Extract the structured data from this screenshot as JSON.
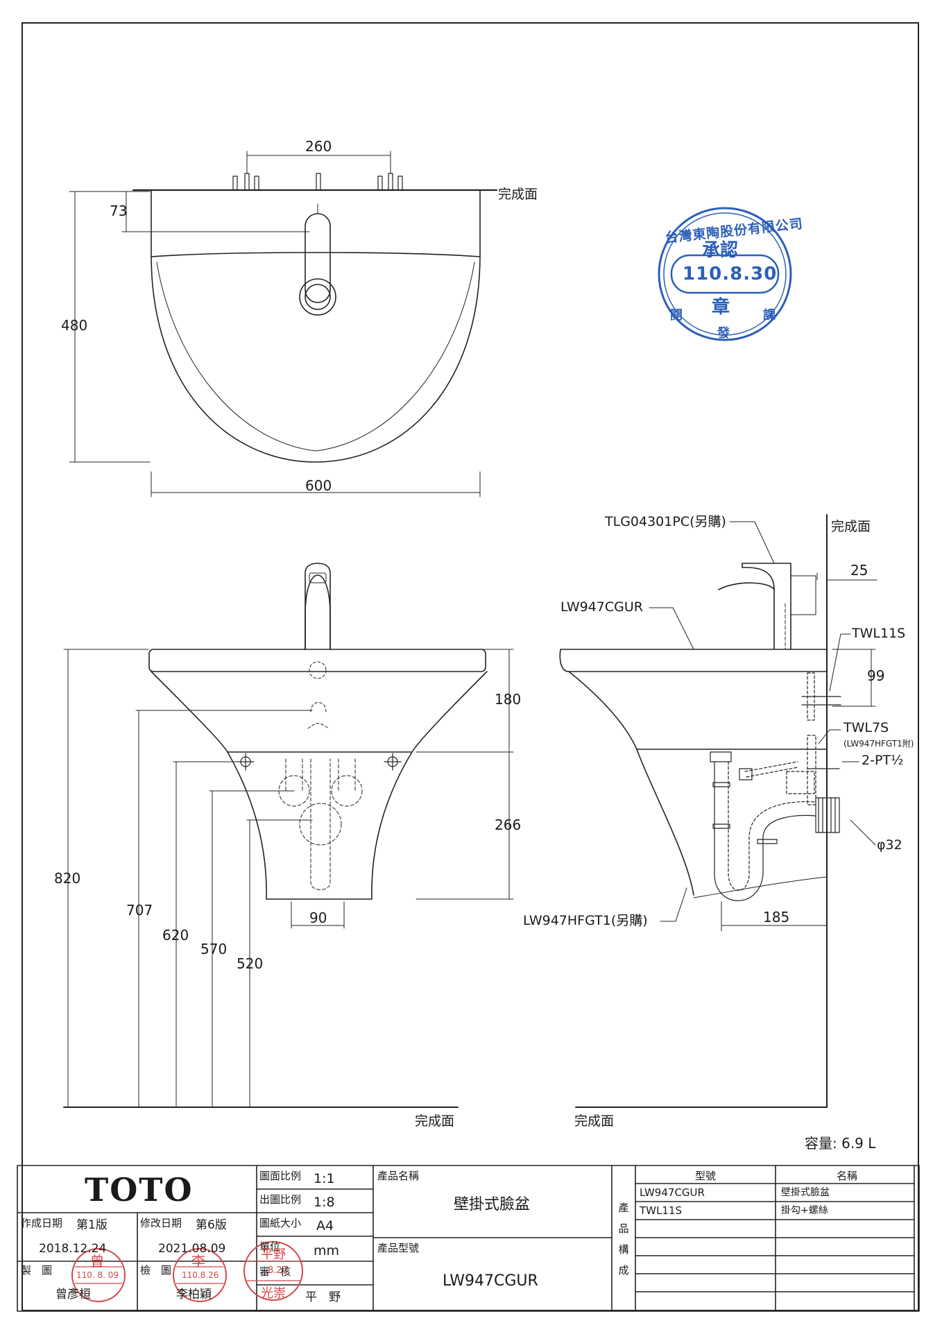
{
  "top_view": {
    "dim_faucet_holes": "260",
    "dim_front_to_faucet": "73",
    "dim_depth": "480",
    "dim_width": "600",
    "label_finish_surface": "完成面"
  },
  "front_view": {
    "dim_total_height": "820",
    "dim_707": "707",
    "dim_620": "620",
    "dim_570": "570",
    "dim_520": "520",
    "dim_180": "180",
    "dim_266": "266",
    "dim_90": "90",
    "label_finish_surface": "完成面"
  },
  "side_view": {
    "faucet_label": "TLG04301PC(另購)",
    "basin_label": "LW947CGUR",
    "hanger_label": "TWL11S",
    "bolt_label": "TWL7S",
    "bolt_note": "(LW947HFGT1附)",
    "pipe_label": "2-PT½",
    "trap_label": "LW947HFGT1(另購)",
    "dim_25": "25",
    "dim_99": "99",
    "dim_185": "185",
    "dia_label": "φ32",
    "label_finish_surface_wall": "完成面",
    "label_finish_surface_floor": "完成面"
  },
  "capacity": "容量: 6.9 L",
  "approval_stamp": {
    "company": "台灣東陶股份有限公司",
    "approval": "承認",
    "date": "110.8.30",
    "seal": "章",
    "dept_left": "開",
    "dept_mid": "發",
    "dept_right": "課"
  },
  "title_block": {
    "brand": "TOTO",
    "created_label": "作成日期",
    "created_version": "第1版",
    "created_date": "2018.12.24",
    "modified_label": "修改日期",
    "modified_version": "第6版",
    "modified_date": "2021.08.09",
    "drawn_label": "製　圖",
    "drawn_name": "曾彥桓",
    "drawn_stamp_date": "110. 8. 09",
    "drawn_stamp_char": "曾",
    "checked_label": "檢　圖",
    "checked_name": "李柏穎",
    "checked_stamp_date": "110.8.26",
    "checked_stamp_char": "李",
    "scale_label": "圖面比例",
    "scale_value": "1:1",
    "print_scale_label": "出圖比例",
    "print_scale_value": "1:8",
    "paper_label": "圖紙大小",
    "paper_value": "A4",
    "unit_label": "單位",
    "unit_value": "mm",
    "review_label": "審　核",
    "review_name": "平　野",
    "review_stamp_date": "8.27",
    "review_stamp_top": "平野",
    "review_stamp_bottom": "光崇",
    "product_name_label": "產品名稱",
    "product_name": "壁掛式臉盆",
    "product_model_label": "產品型號",
    "product_model": "LW947CGUR",
    "composition_label": "產品構成",
    "comp_header_model": "型號",
    "comp_header_name": "名稱",
    "components": [
      {
        "model": "LW947CGUR",
        "name": "壁掛式臉盆"
      },
      {
        "model": "TWL11S",
        "name": "掛勾+螺絲"
      },
      {
        "model": "",
        "name": ""
      },
      {
        "model": "",
        "name": ""
      },
      {
        "model": "",
        "name": ""
      }
    ]
  }
}
